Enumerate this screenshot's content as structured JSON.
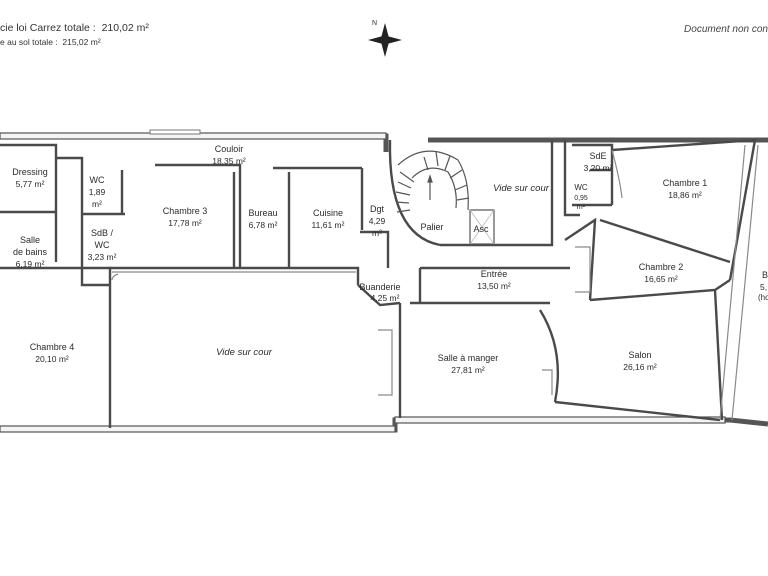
{
  "header": {
    "carrez_label": "cie loi Carrez totale :",
    "carrez_value": "210,02 m²",
    "ground_label": "e au sol totale :",
    "ground_value": "215,02 m²",
    "disclaimer": "Document non con"
  },
  "compass": {
    "north_label": "N",
    "icon": "compass-rose-icon"
  },
  "rooms": {
    "dressing": {
      "name": "Dressing",
      "area": "5,77 m²"
    },
    "wc1": {
      "name": "WC",
      "area": "1,89",
      "area2": "m²"
    },
    "salle_bains": {
      "name": "Salle",
      "name2": "de bains",
      "area": "6,19 m²"
    },
    "sdb_wc": {
      "name": "SdB /",
      "name2": "WC",
      "area": "3,23 m²"
    },
    "chambre4": {
      "name": "Chambre 4",
      "area": "20,10 m²"
    },
    "couloir": {
      "name": "Couloir",
      "area": "18,35 m²"
    },
    "chambre3": {
      "name": "Chambre 3",
      "area": "17,78 m²"
    },
    "bureau": {
      "name": "Bureau",
      "area": "6,78 m²"
    },
    "cuisine": {
      "name": "Cuisine",
      "area": "11,61 m²"
    },
    "dgt": {
      "name": "Dgt",
      "area": "4,29",
      "area2": "m²"
    },
    "buanderie": {
      "name": "Buanderie",
      "area": "4,25 m²"
    },
    "vide_cour_1": {
      "name": "Vide sur cour"
    },
    "palier": {
      "name": "Palier"
    },
    "asc": {
      "name": "Asc"
    },
    "vide_cour_2": {
      "name": "Vide sur cour"
    },
    "entree": {
      "name": "Entrée",
      "area": "13,50 m²"
    },
    "salle_manger": {
      "name": "Salle à manger",
      "area": "27,81 m²"
    },
    "sde": {
      "name": "SdE",
      "area": "3,20 m²"
    },
    "wc2": {
      "name": "WC",
      "area": "0,95",
      "area2": "m²"
    },
    "chambre1": {
      "name": "Chambre 1",
      "area": "18,86 m²"
    },
    "chambre2": {
      "name": "Chambre 2",
      "area": "16,65 m²"
    },
    "salon": {
      "name": "Salon",
      "area": "26,16 m²"
    },
    "balcon": {
      "name": "B",
      "area": "5,",
      "note": "(ho"
    }
  }
}
